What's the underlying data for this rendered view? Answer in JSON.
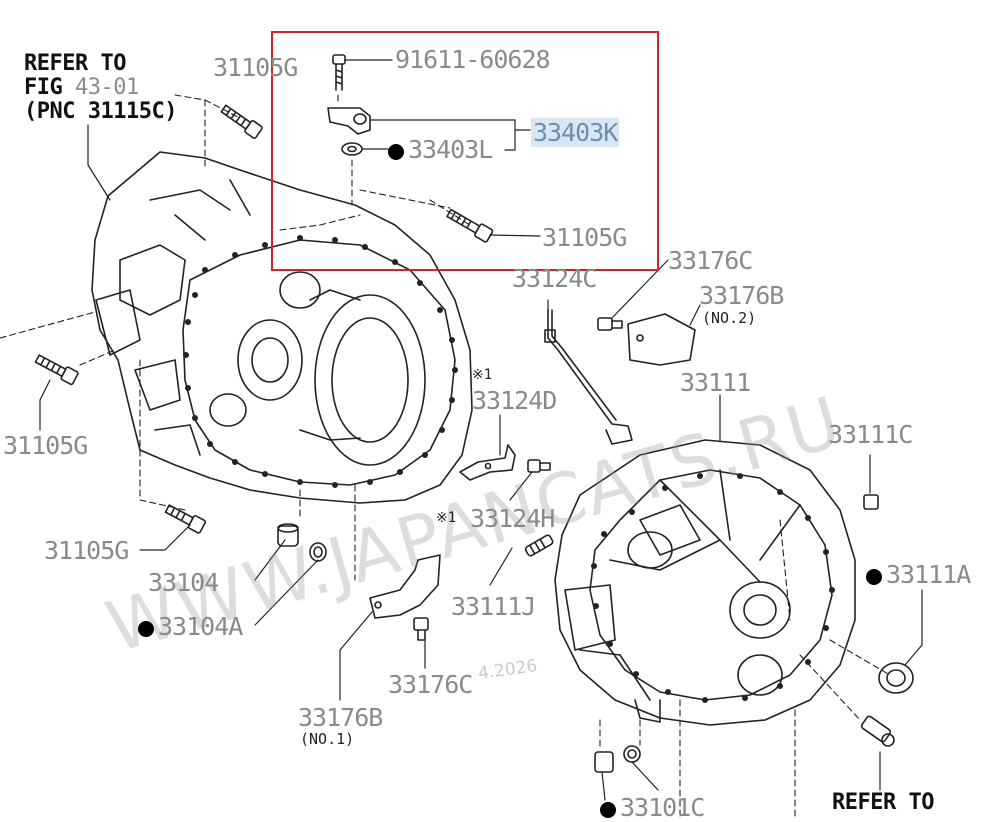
{
  "notes": {
    "refer_top_line1": "REFER TO",
    "refer_top_line2_prefix": "FIG",
    "refer_top_fig": "43-01",
    "refer_top_line3": "(PNC 31115C)",
    "refer_bottom": "REFER TO"
  },
  "parts": {
    "p_31105g_top": "31105G",
    "p_91611": "91611-60628",
    "p_33403k": "33403K",
    "p_33403l": "33403L",
    "p_31105g_box": "31105G",
    "p_33176c_top": "33176C",
    "p_33124c": "33124C",
    "p_33176b_right": "33176B",
    "p_33111": "33111",
    "p_33124d": "33124D",
    "p_33111c": "33111C",
    "p_31105g_left": "31105G",
    "p_31105g_bottom": "31105G",
    "p_33124h": "33124H",
    "p_33111a": "33111A",
    "p_33104": "33104",
    "p_33104a": "33104A",
    "p_33111j": "33111J",
    "p_33176c_bottom": "33176C",
    "p_33176b_bottom": "33176B",
    "p_33101c": "33101C"
  },
  "sublabels": {
    "no2": "(NO.2)",
    "no1": "(NO.1)",
    "mark1a": "※1",
    "mark1b": "※1"
  },
  "watermark": {
    "site": "WWW.JAPANCATS.RU",
    "date": "4.2026"
  },
  "colors": {
    "highlight_box": "#d0232a",
    "selected_label_bg": "#d8e7f3",
    "part_text": "#8a8a8a"
  }
}
